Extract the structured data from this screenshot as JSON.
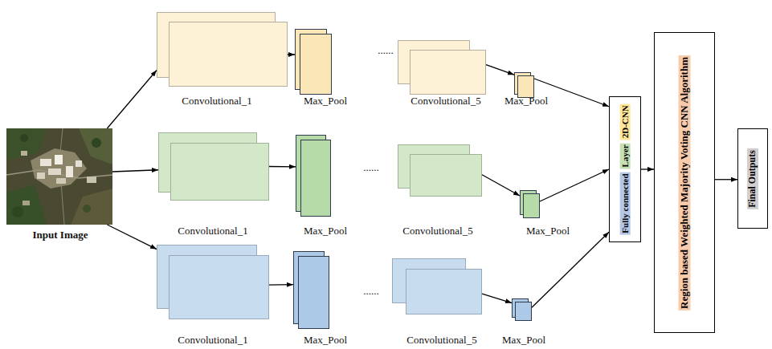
{
  "diagram": {
    "nodes": [
      {
        "text": [
          "Input Image"
        ]
      },
      {
        "text": [
          "Convolutional_1"
        ]
      },
      {
        "text": [
          "Max_Pool"
        ]
      },
      {
        "text": [
          "Convolutional_5"
        ]
      },
      {
        "text": [
          "Max_Pool"
        ]
      },
      {
        "text": [
          "Convolutional_1"
        ]
      },
      {
        "text": [
          "Max_Pool"
        ]
      },
      {
        "text": [
          "Convolutional_5"
        ]
      },
      {
        "text": [
          "Max_Pool"
        ]
      },
      {
        "text": [
          "Convolutional_1"
        ]
      },
      {
        "text": [
          "Max_Pool"
        ]
      },
      {
        "text": [
          "Convolutional_5"
        ]
      },
      {
        "text": [
          "Max_Pool"
        ]
      },
      {
        "text": [
          "Fully connected",
          "Layer",
          "2D-CNN"
        ]
      },
      {
        "text": [
          "Region based Weighted Majority Voting CNN Algorithm"
        ]
      },
      {
        "text": [
          "Final Outputs"
        ]
      }
    ],
    "edges": [
      {
        "from": 0,
        "to": 1,
        "arrow": "to"
      },
      {
        "from": 0,
        "to": 5,
        "arrow": "to"
      },
      {
        "from": 0,
        "to": 9,
        "arrow": "to"
      },
      {
        "from": 1,
        "to": 2,
        "arrow": "to"
      },
      {
        "from": 5,
        "to": 6,
        "arrow": "to"
      },
      {
        "from": 9,
        "to": 10,
        "arrow": "to"
      },
      {
        "from": 3,
        "to": 4,
        "arrow": "to"
      },
      {
        "from": 7,
        "to": 8,
        "arrow": "to"
      },
      {
        "from": 11,
        "to": 12,
        "arrow": "to"
      },
      {
        "from": 4,
        "to": 13,
        "arrow": "to"
      },
      {
        "from": 8,
        "to": 13,
        "arrow": "to"
      },
      {
        "from": 12,
        "to": 13,
        "arrow": "to"
      },
      {
        "from": 13,
        "to": 14,
        "arrow": "to"
      },
      {
        "from": 14,
        "to": 15,
        "arrow": "to"
      }
    ],
    "labels": [
      "......",
      "......",
      "......"
    ]
  }
}
